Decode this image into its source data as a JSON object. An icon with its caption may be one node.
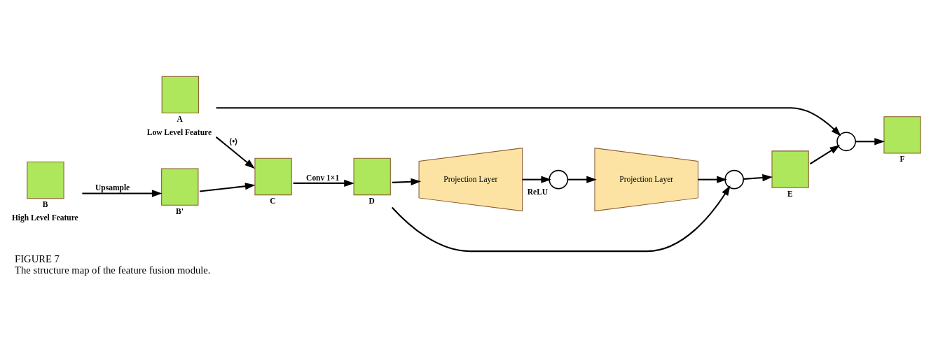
{
  "diagram": {
    "title": "FIGURE 7",
    "caption": "The structure map of the feature fusion module.",
    "nodes": [
      {
        "text": [],
        "shape": "box",
        "beside": [
          "A",
          "Low Level Feature"
        ]
      },
      {
        "text": [],
        "shape": "box",
        "beside": [
          "B'"
        ]
      },
      {
        "text": [],
        "shape": "box",
        "beside": [
          "B",
          "High Level Feature"
        ]
      },
      {
        "text": [],
        "shape": "box",
        "beside": [
          "C"
        ]
      },
      {
        "text": [],
        "shape": "box",
        "beside": [
          "D"
        ]
      },
      {
        "text": [
          "Projection Layer"
        ]
      },
      {
        "text": [],
        "shape": "circle",
        "beside": [
          "ReLU"
        ]
      },
      {
        "text": [
          "Projection Layer"
        ]
      },
      {
        "text": [],
        "shape": "circle"
      },
      {
        "text": [],
        "shape": "box",
        "beside": [
          "E"
        ]
      },
      {
        "text": [],
        "shape": "circle"
      },
      {
        "text": [],
        "shape": "box",
        "beside": [
          "F"
        ]
      }
    ],
    "edges": [
      {
        "from": 2,
        "to": 1,
        "arrow": "to",
        "label": "Upsample"
      },
      {
        "from": 0,
        "to": 3,
        "arrow": "to",
        "label": "⟨•⟩"
      },
      {
        "from": 1,
        "to": 3,
        "arrow": "to"
      },
      {
        "from": 3,
        "to": 4,
        "arrow": "to",
        "label": "Conv 1×1"
      },
      {
        "from": 4,
        "to": 5,
        "arrow": "to"
      },
      {
        "from": 5,
        "to": 6,
        "arrow": "to"
      },
      {
        "from": 6,
        "to": 7,
        "arrow": "to"
      },
      {
        "from": 7,
        "to": 8,
        "arrow": "to"
      },
      {
        "from": 4,
        "to": 8,
        "arrow": "to"
      },
      {
        "from": 8,
        "to": 9,
        "arrow": "to"
      },
      {
        "from": 9,
        "to": 10,
        "arrow": "to"
      },
      {
        "from": 0,
        "to": 10,
        "arrow": "to"
      },
      {
        "from": 10,
        "to": 11,
        "arrow": "to"
      }
    ]
  }
}
